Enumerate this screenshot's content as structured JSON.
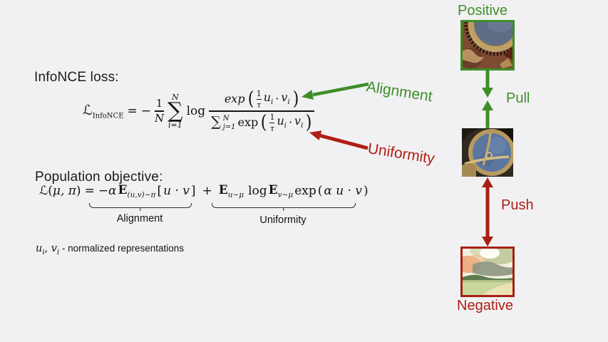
{
  "colors": {
    "background": "#F1F1F3",
    "green": "#3E8E28",
    "red": "#B01E14",
    "negative_border": "#A62014",
    "ink": "#141414"
  },
  "headings": {
    "infonce": "InfoNCE loss:",
    "population": "Population objective:"
  },
  "infonce": {
    "lhs": "ℒ",
    "lhs_sub": "InfoNCE",
    "eq": "=",
    "minus": "−",
    "coef_num": "1",
    "coef_den": "N",
    "sum_sup": "N",
    "sum_sym": "∑",
    "sum_sub": "i=1",
    "log": "log",
    "num_exp": "exp",
    "num_lp": "(",
    "num_fr_n": "1",
    "num_fr_d": "τ",
    "num_u": "u",
    "num_u_sub": "i",
    "num_dot": "·",
    "num_v": "v",
    "num_v_sub": "i",
    "num_rp": ")",
    "den_sum": "∑",
    "den_sum_sup": "N",
    "den_sum_sub": "j=1",
    "den_exp": "exp",
    "den_lp": "(",
    "den_fr_n": "1",
    "den_fr_d": "τ",
    "den_u": "u",
    "den_u_sub": "i",
    "den_dot": "·",
    "den_v": "v",
    "den_v_sub": "i",
    "den_rp": ")"
  },
  "callouts": {
    "alignment": "Alignment",
    "uniformity": "Uniformity"
  },
  "population": {
    "lhs_L": "ℒ",
    "lhs_lp": "(",
    "lhs_args": "μ, π",
    "lhs_rp": ")",
    "eq": "=",
    "t1_coef": "−α",
    "t1_E": "E",
    "t1_E_sub": "(u,v)~π",
    "t1_lb": "[",
    "t1_body": "u · v",
    "t1_rb": "]",
    "plus": "+",
    "t2_E": "E",
    "t2_E_sub": "u~μ",
    "t2_log": "log",
    "t2_E2": "E",
    "t2_E2_sub": "v~μ",
    "t2_exp": "exp",
    "t2_lp": "(",
    "t2_body": "α u · v",
    "t2_rp": ")",
    "label1": "Alignment",
    "label2": "Uniformity"
  },
  "note": {
    "u": "u",
    "u_sub": "i",
    "sep": ", ",
    "v": "v",
    "v_sub": "i",
    "rest": " - normalized representations"
  },
  "diagram": {
    "positive_label": "Positive",
    "pull_label": "Pull",
    "push_label": "Push",
    "negative_label": "Negative"
  }
}
